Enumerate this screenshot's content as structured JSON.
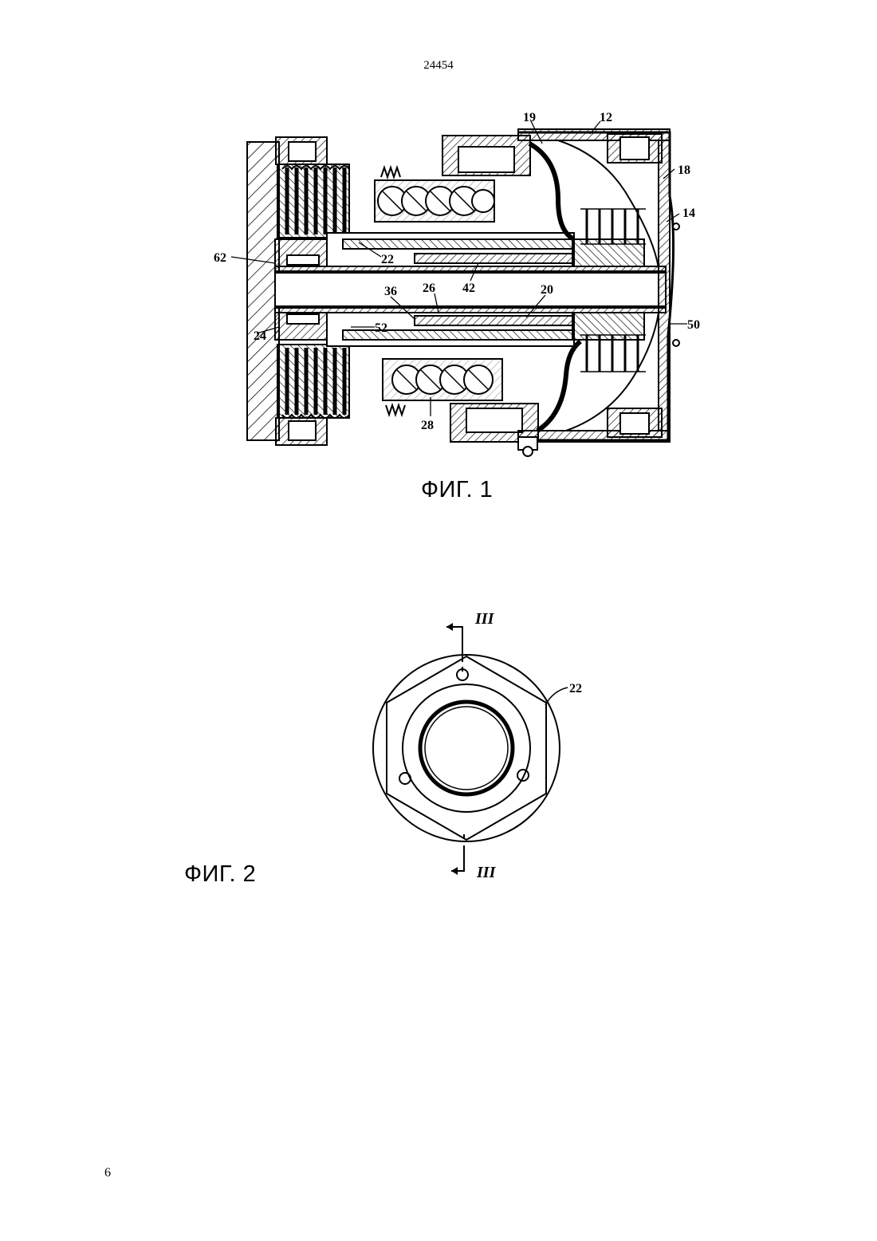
{
  "document": {
    "doc_number": "24454",
    "page_number": "6"
  },
  "figure1": {
    "caption": "ФИГ. 1",
    "labels": {
      "l19": "19",
      "l12": "12",
      "l18": "18",
      "l14": "14",
      "l62": "62",
      "l22": "22",
      "l42": "42",
      "l36": "36",
      "l26": "26",
      "l20": "20",
      "l52": "52",
      "l24": "24",
      "l50": "50",
      "l28": "28"
    }
  },
  "figure2": {
    "caption": "ФИГ. 2",
    "labels": {
      "l22": "22",
      "section_top": "III",
      "section_bottom": "III"
    }
  }
}
